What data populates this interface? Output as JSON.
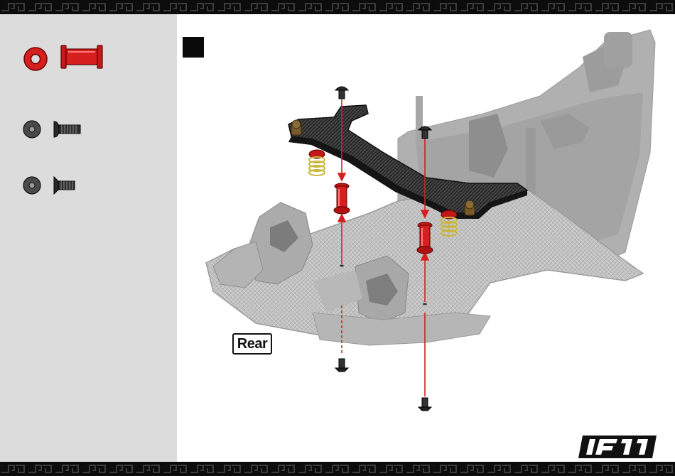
{
  "manual": {
    "rear_label": "Rear",
    "brand_logo_text": "IF11"
  },
  "parts": [
    {
      "name": "red-washer",
      "icon": "washer-icon",
      "color": "#d61f1f"
    },
    {
      "name": "red-spacer-post",
      "icon": "spacer-icon",
      "color": "#d61f1f"
    },
    {
      "name": "black-washer",
      "icon": "washer-icon",
      "color": "#3a3a3a"
    },
    {
      "name": "button-head-screw",
      "icon": "screw-icon",
      "color": "#2a2a2a"
    },
    {
      "name": "black-washer-2",
      "icon": "washer-icon",
      "color": "#3a3a3a"
    },
    {
      "name": "flat-head-screw",
      "icon": "screw-icon",
      "color": "#2a2a2a"
    }
  ],
  "colors": {
    "accent_red": "#d61f1f",
    "band_black": "#0c0c0c",
    "sidebar_grey": "#dcdcdc",
    "chassis_grey": "#bdbdbd",
    "carbon_dark": "#2b2b2b",
    "spring_yellow": "#e8dc6a"
  }
}
